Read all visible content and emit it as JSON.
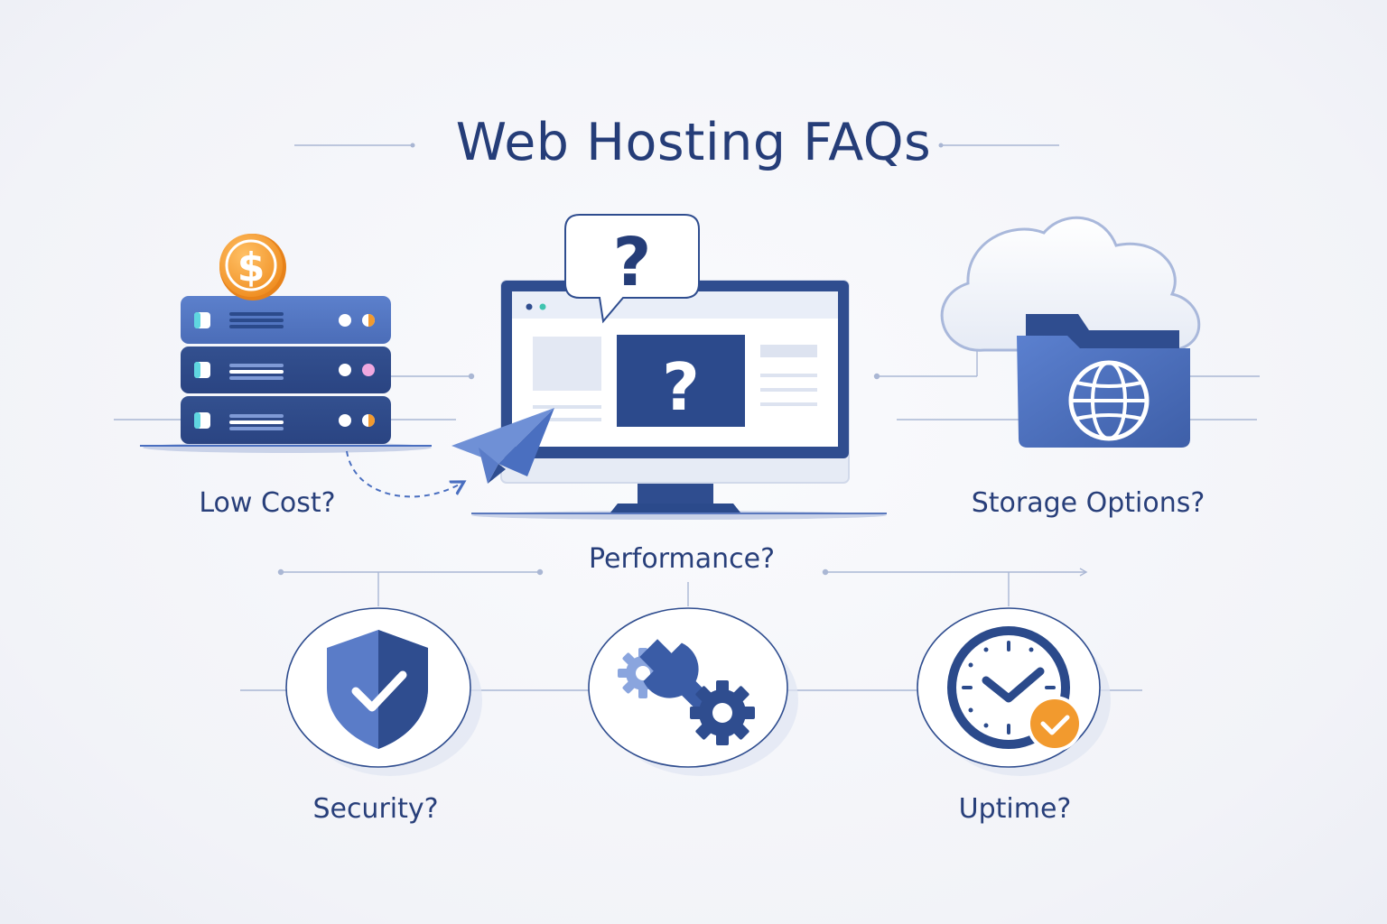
{
  "title": "Web Hosting FAQs",
  "labels": {
    "low_cost": "Low Cost?",
    "storage": "Storage Options?",
    "performance": "Performance?",
    "security": "Security?",
    "uptime": "Uptime?"
  },
  "icons": {
    "dollar_coin": "$",
    "monitor_question": "?",
    "bubble_question": "?"
  },
  "colors": {
    "navy": "#2b4a8b",
    "blue": "#4a6fc0",
    "light_blue": "#8aa5de",
    "orange": "#f29a2e",
    "text": "#283f7a",
    "line": "#a9b6d3"
  }
}
